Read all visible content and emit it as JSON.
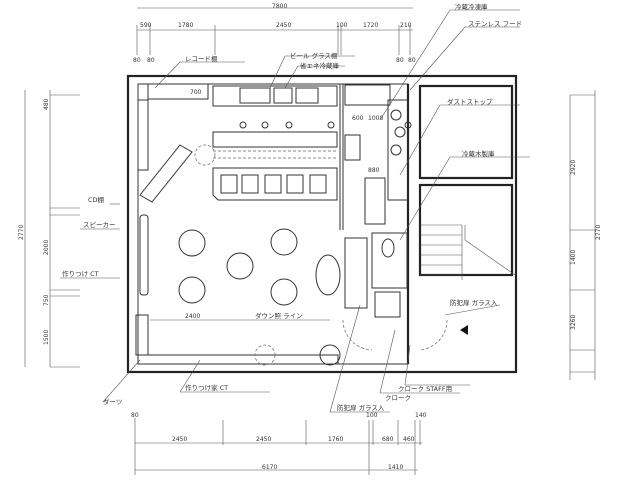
{
  "drawing": {
    "dimensions_top": {
      "overall": "7800",
      "segments": [
        "590",
        "1780",
        "2450",
        "100",
        "1720",
        "210"
      ],
      "edge_left": [
        "80",
        "80"
      ],
      "edge_right": [
        "80",
        "80"
      ]
    },
    "dimensions_bottom": {
      "start": "80",
      "segments": [
        "2450",
        "2450",
        "1760",
        "680",
        "460"
      ],
      "marks": [
        "100",
        "140"
      ],
      "overall": "6170",
      "overall_right": "1410"
    },
    "dimensions_left": {
      "overall": "2770",
      "segments": [
        "480",
        "2000",
        "750",
        "1500"
      ]
    },
    "dimensions_right": {
      "overall": "2770",
      "segments": [
        "2920",
        "1400",
        "3260"
      ]
    },
    "labels": {
      "record_shelf": "レコード棚",
      "beer_glass_shelf": "ビール グラス棚",
      "energy_fridge": "省エネ冷蔵庫",
      "fridge_freezer": "冷蔵冷凍庫",
      "stainless_hood": "ステンレス フード",
      "dust_stop": "ダストストップ",
      "oden_wood": "冷蔵木製庫",
      "cd_shelf": "CD棚",
      "speaker": "スピーカー",
      "built_in_ct": "作りつけ CT",
      "built_in_ct_bottom": "作りつけ家 CT",
      "shelf_bottom_left": "ダーツ",
      "cloak_staff": "クローク STAFF用",
      "cloak": "クローク",
      "entrance_glass": "防犯扉 ガラス入",
      "rear_door_glass": "防犯扉 ガラス入",
      "down_light": "ダウン照 ライン"
    },
    "notes": {
      "n700": "700",
      "n600": "600",
      "n1000": "1000",
      "n2400": "2400",
      "n880": "880"
    }
  }
}
